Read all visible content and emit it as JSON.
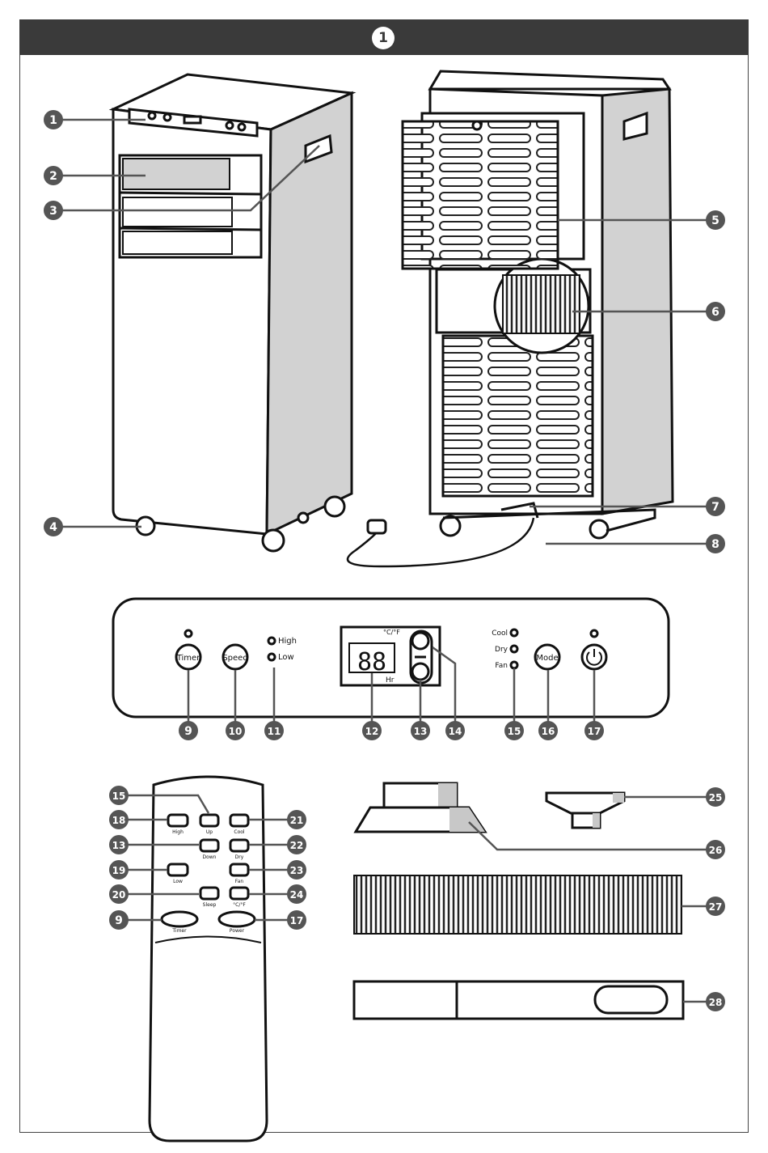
{
  "header": {
    "figure_number": "1"
  },
  "callouts": {
    "c1": "1",
    "c2": "2",
    "c3": "3",
    "c4": "4",
    "c5": "5",
    "c6": "6",
    "c7": "7",
    "c8": "8",
    "c9": "9",
    "c10": "10",
    "c11": "11",
    "c12": "12",
    "c13": "13",
    "c14": "14",
    "c15": "15",
    "c16": "16",
    "c17": "17",
    "c18": "18",
    "c19": "19",
    "c20": "20",
    "c21": "21",
    "c22": "22",
    "c23": "23",
    "c24": "24",
    "c25": "25",
    "c26": "26",
    "c27": "27",
    "c28": "28"
  },
  "panel": {
    "timer": "Timer",
    "speed": "Speed",
    "high": "High",
    "low": "Low",
    "unit": "°C/°F",
    "display": "88",
    "hr": "Hr",
    "cool": "Cool",
    "dry": "Dry",
    "fan": "Fan",
    "mode": "Mode"
  },
  "remote": {
    "high": "High",
    "up": "Up",
    "cool": "Cool",
    "down": "Down",
    "dry": "Dry",
    "low": "Low",
    "fan": "Fan",
    "sleep": "Sleep",
    "unit": "°C/°F",
    "timer": "Timer",
    "power": "Power"
  },
  "colors": {
    "header": "#3a3a3a",
    "accent_gray": "#c8c8c8",
    "callout": "#555555"
  }
}
